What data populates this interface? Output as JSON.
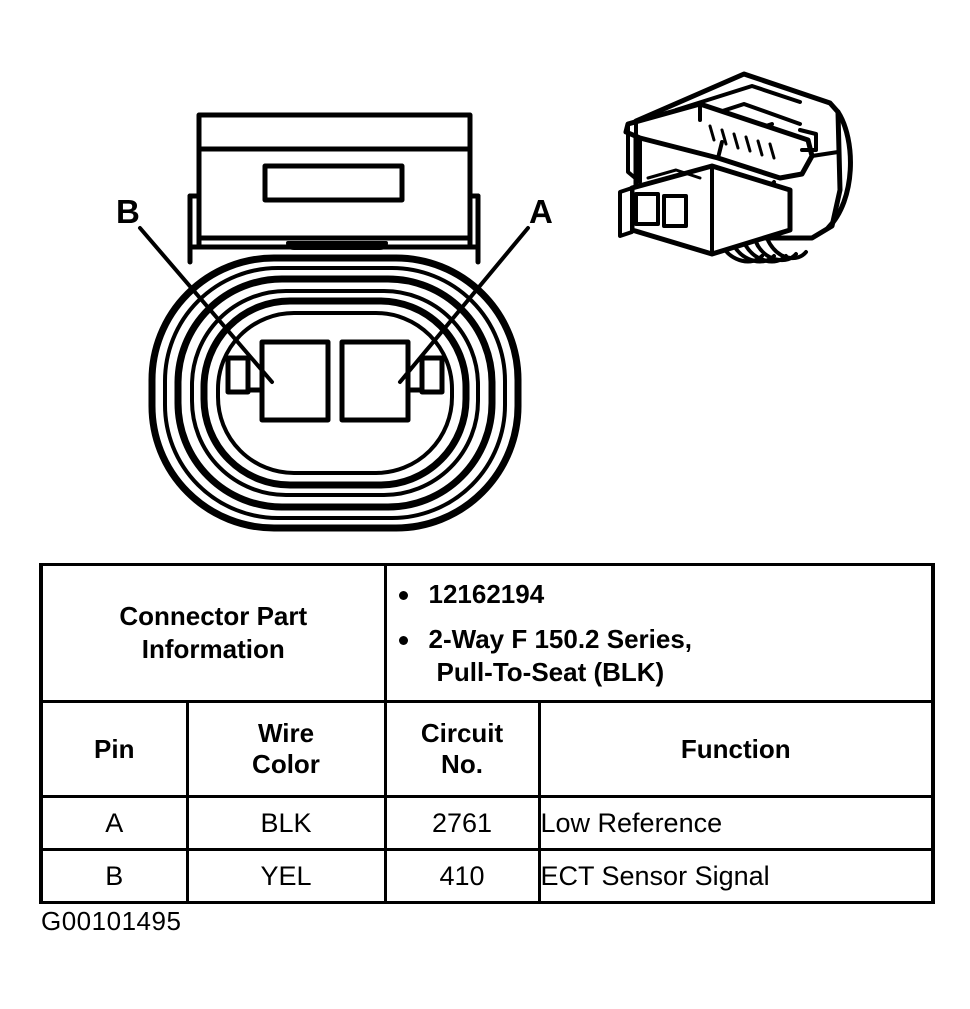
{
  "figure": {
    "caption": "G00101495",
    "pin_callouts": [
      {
        "label": "B",
        "side": "left"
      },
      {
        "label": "A",
        "side": "right"
      }
    ],
    "views": {
      "face_view_name": "connector-face-view",
      "isometric_view_name": "connector-isometric-view"
    }
  },
  "table": {
    "part_info": {
      "label_line1": "Connector Part",
      "label_line2": "Information",
      "values": [
        {
          "text": "12162194"
        },
        {
          "text": "2-Way F 150.2 Series,",
          "line2": "Pull-To-Seat (BLK)"
        }
      ]
    },
    "headers": {
      "pin": "Pin",
      "wire_color_line1": "Wire",
      "wire_color_line2": "Color",
      "circuit_no_line1": "Circuit",
      "circuit_no_line2": "No.",
      "function": "Function"
    },
    "rows": [
      {
        "pin": "A",
        "wire_color": "BLK",
        "circuit_no": "2761",
        "function": "Low Reference"
      },
      {
        "pin": "B",
        "wire_color": "YEL",
        "circuit_no": "410",
        "function": "ECT Sensor Signal"
      }
    ]
  },
  "colors": {
    "line": "#000000",
    "background": "#ffffff"
  }
}
